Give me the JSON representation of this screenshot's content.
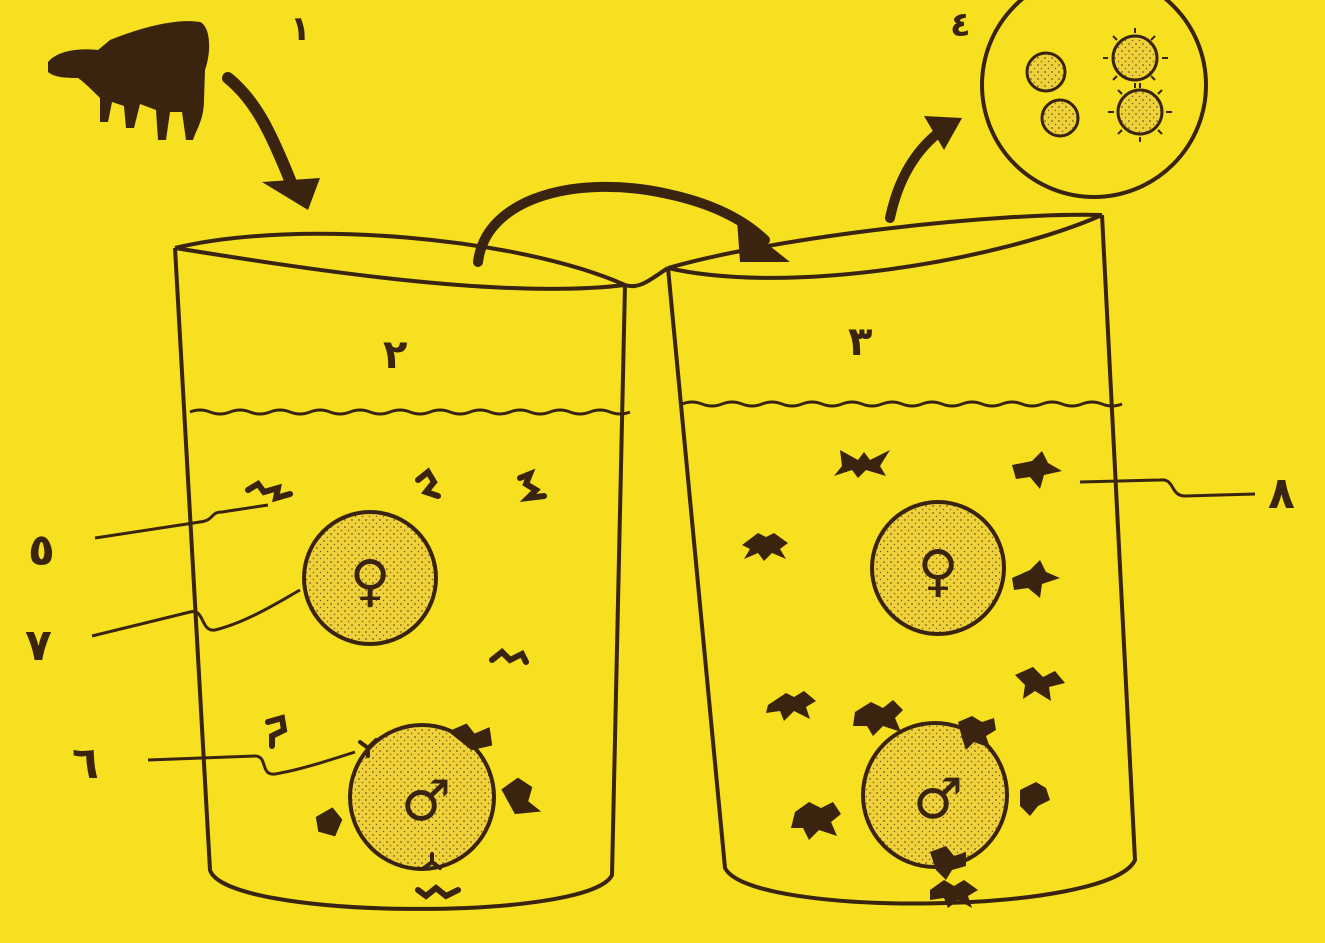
{
  "diagram": {
    "colors": {
      "background": "#f7e01f",
      "ink": "#3a2410",
      "cell_fill": "#e6c62a"
    },
    "labels": {
      "cow": "١",
      "tube_left": "٢",
      "tube_right": "٣",
      "cell_inset": "٤",
      "sperm_antigen": "٥",
      "bound_antibody": "٦",
      "egg_cell": "٧",
      "free_antibody": "٨"
    },
    "symbols": {
      "female": "♀",
      "male": "♂"
    },
    "icons": [
      "cow-icon",
      "curved-arrow-icon",
      "test-tube-icon",
      "egg-cell-icon",
      "sperm-cell-icon",
      "antibody-icon"
    ]
  }
}
